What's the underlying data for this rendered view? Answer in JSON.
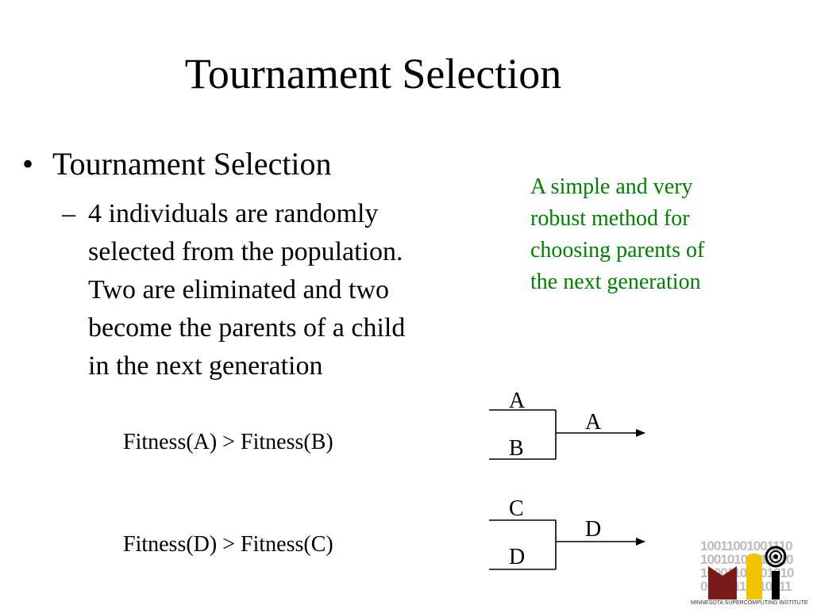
{
  "slide": {
    "title": "Tournament Selection",
    "bullet_marker": "•",
    "bullet_text": "Tournament Selection",
    "sub_marker": "–",
    "sub_lines": [
      "4 individuals are randomly",
      "selected from the population.",
      "Two are eliminated and two",
      "become the parents of a child",
      "in the next generation"
    ],
    "note_lines": [
      "A simple and very",
      "robust method for",
      "choosing parents of",
      "the next generation"
    ],
    "note_color": "#008000"
  },
  "diagram": {
    "eq1": "Fitness(A) > Fitness(B)",
    "eq2": "Fitness(D) > Fitness(C)",
    "group1": {
      "top": "A",
      "bottom": "B",
      "winner": "A"
    },
    "group2": {
      "top": "C",
      "bottom": "D",
      "winner": "D"
    }
  },
  "logo": {
    "bits": [
      "10011001001110",
      "10010100110110",
      "10001101001010",
      "01001110110011"
    ],
    "caption": "MINNESOTA SUPERCOMPUTING INSTITUTE",
    "colors": {
      "maroon": "#7a1a1a",
      "gold": "#f2c400",
      "black": "#000000"
    }
  }
}
